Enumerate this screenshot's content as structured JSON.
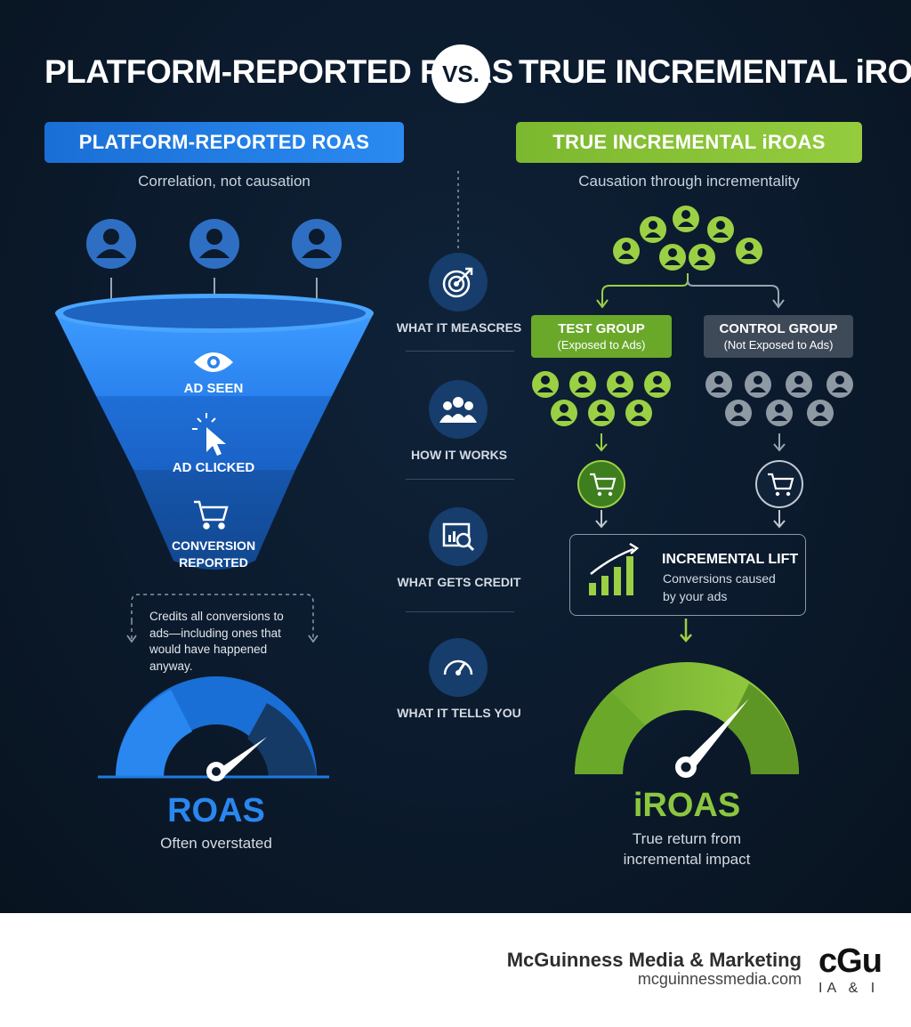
{
  "titles": {
    "left": "PLATFORM-REPORTED ROAS",
    "vs": "VS.",
    "right": "TRUE INCREMENTAL iROAS"
  },
  "left": {
    "header": "PLATFORM-REPORTED ROAS",
    "subtitle": "Correlation, not causation",
    "funnel": {
      "stage1": "AD SEEN",
      "stage2": "AD CLICKED",
      "stage3_line1": "CONVERSION",
      "stage3_line2": "REPORTED"
    },
    "note": "Credits all conversions to ads—including ones that would have happened anyway.",
    "metric": "ROAS",
    "metric_sub": "Often overstated"
  },
  "center": {
    "items": [
      {
        "label": "WHAT IT MEASCRES",
        "icon": "target-icon"
      },
      {
        "label": "HOW IT WORKS",
        "icon": "people-icon"
      },
      {
        "label": "WHAT GETS CREDIT",
        "icon": "analytics-icon"
      },
      {
        "label": "WHAT IT TELLS YOU",
        "icon": "gauge-icon"
      }
    ]
  },
  "right": {
    "header": "TRUE INCREMENTAL iROAS",
    "subtitle": "Causation through incrementality",
    "test_group": {
      "title": "TEST GROUP",
      "sub": "(Exposed to Ads)"
    },
    "control_group": {
      "title": "CONTROL GROUP",
      "sub": "(Not Exposed to Ads)"
    },
    "lift": {
      "title": "INCREMENTAL LIFT",
      "line1": "Conversions caused",
      "line2": "by your ads"
    },
    "metric": "iROAS",
    "metric_sub_line1": "True return from",
    "metric_sub_line2": "incremental impact"
  },
  "footer": {
    "brand": "McGuinness Media & Marketing",
    "url": "mcguinnessmedia.com",
    "logo_top": "cGu",
    "logo_bottom": "IA & I"
  },
  "colors": {
    "blue": "#1f7ae0",
    "green": "#8cc63f",
    "navy": "#0b1a2c",
    "gray": "#9aa5b1"
  }
}
